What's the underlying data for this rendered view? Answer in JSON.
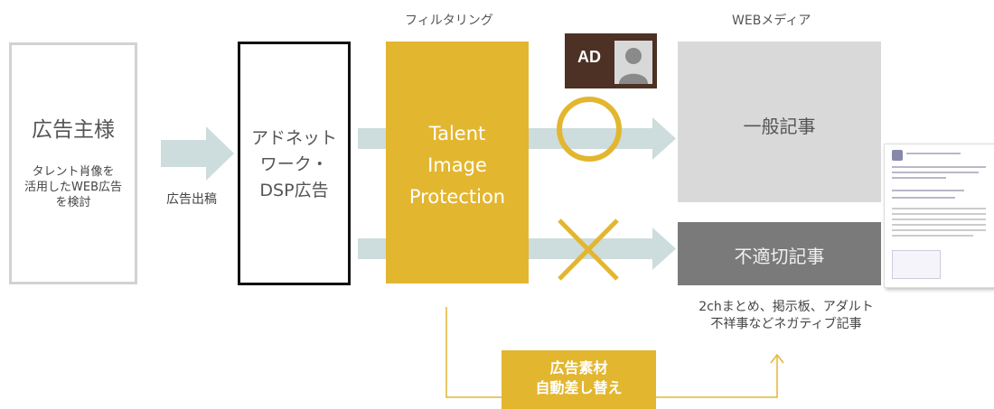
{
  "advertiser": {
    "title": "広告主様",
    "sub_lines": [
      "タレント肖像を",
      "活用したWEB広告",
      "を検討"
    ]
  },
  "submit_label": "広告出稿",
  "network": {
    "lines": [
      "アドネット",
      "ワーク・",
      "DSP広告"
    ]
  },
  "filter_label": "フィルタリング",
  "filter": {
    "lines": [
      "Talent",
      "Image",
      "Protection"
    ]
  },
  "media_label": "WEBメディア",
  "general_article": "一般記事",
  "inappropriate_article": "不適切記事",
  "inappropriate_desc": [
    "2chまとめ、掲示板、アダルト",
    "不祥事などネガティブ記事"
  ],
  "ad_badge": {
    "label": "AD",
    "icon": "person-icon"
  },
  "replacement": {
    "lines": [
      "広告素材",
      "自動差し替え"
    ]
  },
  "colors": {
    "gold": "#e3b630",
    "arrow": "#cddcdc",
    "general_box": "#d9d9d9",
    "inappropriate_box": "#7a7a7a",
    "badge": "#4d3124"
  }
}
